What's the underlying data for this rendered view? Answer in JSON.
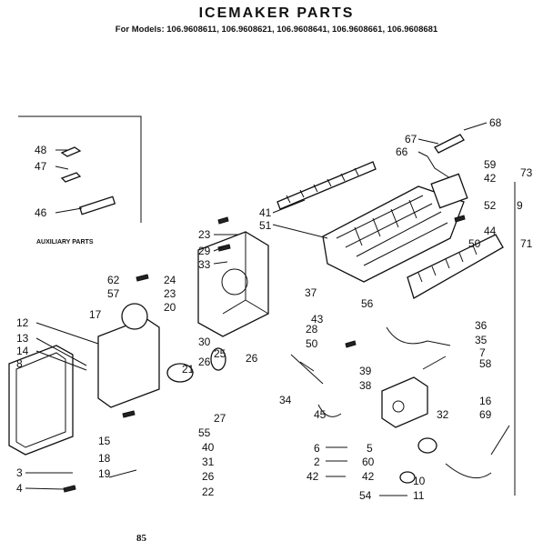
{
  "title": "ICEMAKER PARTS",
  "models": "For Models: 106.9608611, 106.9608621, 106.9608641, 106.9608661, 106.9608681",
  "auxiliary_label": "AUXILIARY PARTS",
  "footer": "85",
  "callouts": [
    "48",
    "47",
    "46",
    "67",
    "68",
    "66",
    "59",
    "73",
    "42",
    "52",
    "9",
    "44",
    "50",
    "71",
    "23",
    "29",
    "33",
    "41",
    "51",
    "62",
    "57",
    "24",
    "23",
    "20",
    "37",
    "56",
    "17",
    "12",
    "13",
    "14",
    "8",
    "25",
    "30",
    "26",
    "21",
    "26",
    "43",
    "28",
    "50",
    "36",
    "35",
    "7",
    "58",
    "39",
    "38",
    "34",
    "15",
    "18",
    "3",
    "4",
    "19",
    "27",
    "55",
    "40",
    "31",
    "26",
    "22",
    "45",
    "6",
    "2",
    "42",
    "5",
    "60",
    "42",
    "10",
    "32",
    "16",
    "69",
    "11",
    "54"
  ]
}
